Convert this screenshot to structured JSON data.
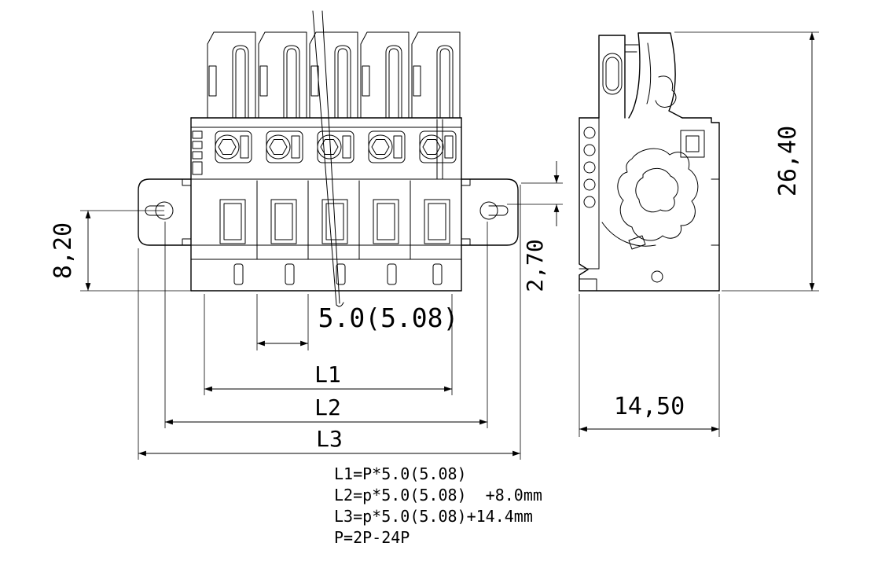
{
  "page": {
    "background": "#ffffff",
    "line_color": "#000000"
  },
  "front_view": {
    "dim_height": "8,20",
    "dim_pitch": "5.0(5.08)",
    "dim_l1": "L1",
    "dim_l2": "L2",
    "dim_l3": "L3",
    "dim_ear_offset": "2,70"
  },
  "side_view": {
    "dim_height": "26,40",
    "dim_depth": "14,50"
  },
  "notes": {
    "line1": "L1=P*5.0(5.08)",
    "line2": "L2=p*5.0(5.08)  +8.0mm",
    "line3": "L3=p*5.0(5.08)+14.4mm",
    "line4": "P=2P-24P"
  }
}
